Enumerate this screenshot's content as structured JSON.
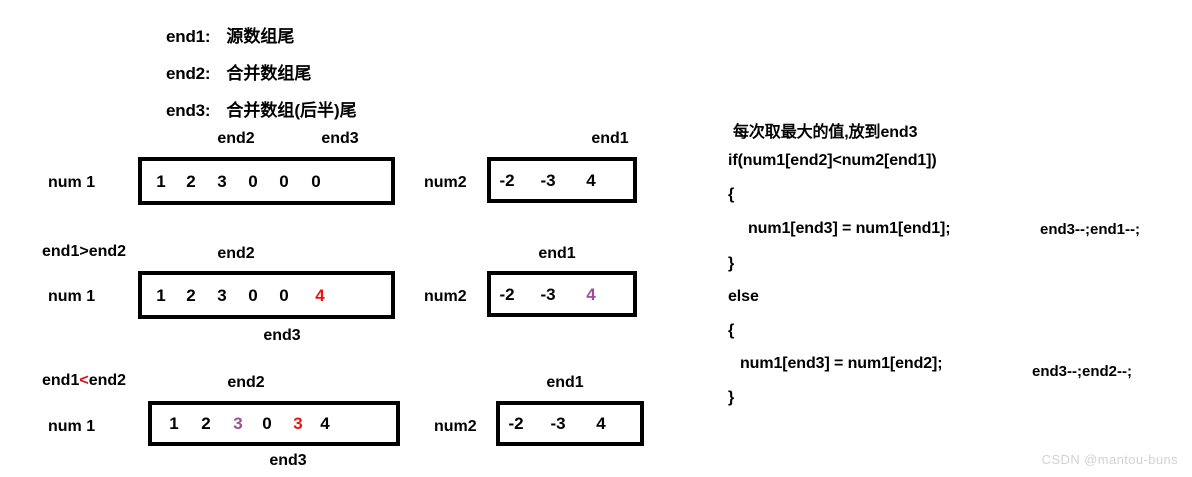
{
  "legend": [
    {
      "key": "end1:",
      "value": "源数组尾"
    },
    {
      "key": "end2:",
      "value": "合并数组尾"
    },
    {
      "key": "end3:",
      "value": "合并数组(后半)尾"
    }
  ],
  "rows": [
    {
      "condition": null,
      "num1_label": "num 1",
      "num2_label": "num2",
      "num1_cells": [
        {
          "text": "1",
          "color": "#000000"
        },
        {
          "text": "2",
          "color": "#000000"
        },
        {
          "text": "3",
          "color": "#000000"
        },
        {
          "text": "0",
          "color": "#000000"
        },
        {
          "text": "0",
          "color": "#000000"
        },
        {
          "text": "0",
          "color": "#000000"
        }
      ],
      "num2_cells": [
        {
          "text": "-2",
          "color": "#000000"
        },
        {
          "text": "-3",
          "color": "#000000"
        },
        {
          "text": "4",
          "color": "#000000"
        }
      ],
      "pointers_above_num1": [
        "end2",
        "end3"
      ],
      "pointer_below_num1": null,
      "pointer_above_num2": "end1"
    },
    {
      "condition": {
        "left": "end1",
        "op": ">",
        "right": "end2"
      },
      "num1_label": "num 1",
      "num2_label": "num2",
      "num1_cells": [
        {
          "text": "1",
          "color": "#000000"
        },
        {
          "text": "2",
          "color": "#000000"
        },
        {
          "text": "3",
          "color": "#000000"
        },
        {
          "text": "0",
          "color": "#000000"
        },
        {
          "text": "0",
          "color": "#000000"
        },
        {
          "text": "4",
          "color": "#ee1111"
        }
      ],
      "num2_cells": [
        {
          "text": "-2",
          "color": "#000000"
        },
        {
          "text": "-3",
          "color": "#000000"
        },
        {
          "text": "4",
          "color": "#9b4f9b"
        }
      ],
      "pointers_above_num1": [
        "end2"
      ],
      "pointer_below_num1": "end3",
      "pointer_above_num2": "end1"
    },
    {
      "condition": {
        "left": "end1",
        "op": "<",
        "right": "end2"
      },
      "num1_label": "num 1",
      "num2_label": "num2",
      "num1_cells": [
        {
          "text": "1",
          "color": "#000000"
        },
        {
          "text": "2",
          "color": "#000000"
        },
        {
          "text": "3",
          "color": "#9b4f9b"
        },
        {
          "text": "0",
          "color": "#000000"
        },
        {
          "text": "3",
          "color": "#ee1111"
        },
        {
          "text": "4",
          "color": "#000000"
        }
      ],
      "num2_cells": [
        {
          "text": "-2",
          "color": "#000000"
        },
        {
          "text": "-3",
          "color": "#000000"
        },
        {
          "text": "4",
          "color": "#000000"
        }
      ],
      "pointers_above_num1": [
        "end2"
      ],
      "pointer_below_num1": "end3",
      "pointer_above_num2": "end1"
    }
  ],
  "code": {
    "comment": "每次取最大的值,放到end3",
    "lines": [
      "if(num1[end2]<num2[end1])",
      "{",
      "num1[end3] = num1[end1];",
      "}",
      "else",
      "{",
      "num1[end3] = num1[end2];",
      "}"
    ],
    "note_if": "end3--;end1--;",
    "note_else": "end3--;end2--;"
  },
  "watermark": "CSDN @mantou-buns"
}
